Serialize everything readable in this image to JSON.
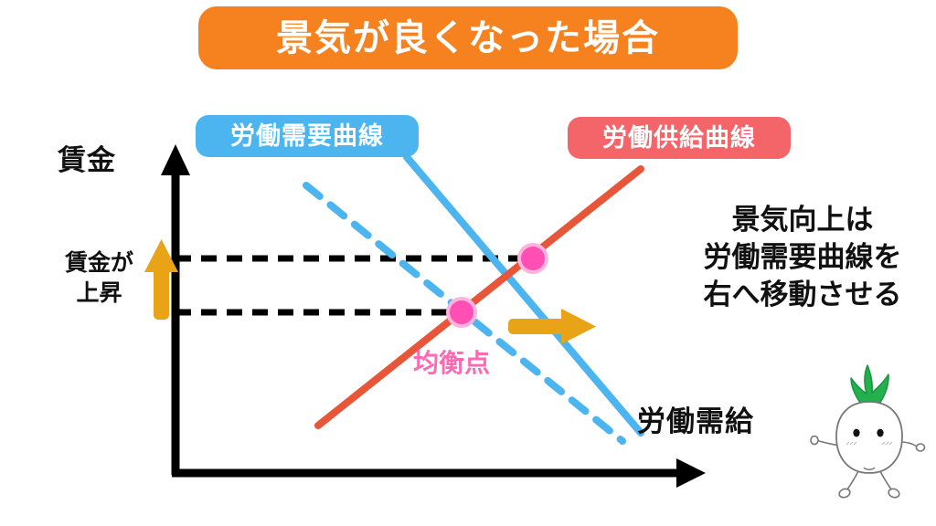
{
  "title": {
    "text": "景気が良くなった場合",
    "bg_color": "#F5821F",
    "text_color": "#FFFFFF"
  },
  "badges": {
    "demand": {
      "label": "労働需要曲線",
      "bg_color": "#4CB5F0",
      "text_color": "#FFFFFF"
    },
    "supply": {
      "label": "労働供給曲線",
      "bg_color": "#F4656A",
      "text_color": "#FFFFFF"
    }
  },
  "axes": {
    "y_label": "賃金",
    "x_label": "労働需給",
    "color": "#000000"
  },
  "annotations": {
    "wage_rise": "賃金が\n上昇",
    "wage_rise_line1": "賃金が",
    "wage_rise_line2": "上昇",
    "equilibrium": "均衡点",
    "equilibrium_color": "#FF69B4",
    "note_line1": "景気向上は",
    "note_line2": "労働需要曲線を",
    "note_line3": "右へ移動させる",
    "shift_arrow_color": "#E8A317",
    "rise_arrow_color": "#E8A317"
  },
  "chart_data": {
    "type": "line",
    "title": "景気が良くなった場合",
    "xlabel": "労働需給",
    "ylabel": "賃金",
    "grid": false,
    "legend": [
      "労働需要曲線",
      "労働供給曲線"
    ],
    "series": [
      {
        "name": "労働需要曲線(元)",
        "style": "dashed",
        "color": "#4CB5F0",
        "points": [
          [
            335,
            203
          ],
          [
            680,
            482
          ]
        ]
      },
      {
        "name": "労働需要曲線(新)",
        "style": "solid",
        "color": "#4CB5F0",
        "points": [
          [
            445,
            172
          ],
          [
            700,
            473
          ]
        ]
      },
      {
        "name": "労働供給曲線",
        "style": "solid",
        "color": "#E8563A",
        "points": [
          [
            348,
            465
          ],
          [
            700,
            186
          ]
        ]
      }
    ],
    "equilibrium_points": [
      {
        "label": "均衡点(元)",
        "x": 505,
        "y": 342,
        "color": "#FF4FB5"
      },
      {
        "label": "均衡点(新)",
        "x": 583,
        "y": 283,
        "color": "#FF4FB5"
      }
    ],
    "wage_levels": [
      {
        "name": "新賃金",
        "y": 283
      },
      {
        "name": "元賃金",
        "y": 342
      }
    ]
  },
  "mascot": {
    "name": "turnip-character",
    "leaf_color": "#22B14C",
    "body_color": "#FFFFFF",
    "outline_color": "#666666"
  }
}
